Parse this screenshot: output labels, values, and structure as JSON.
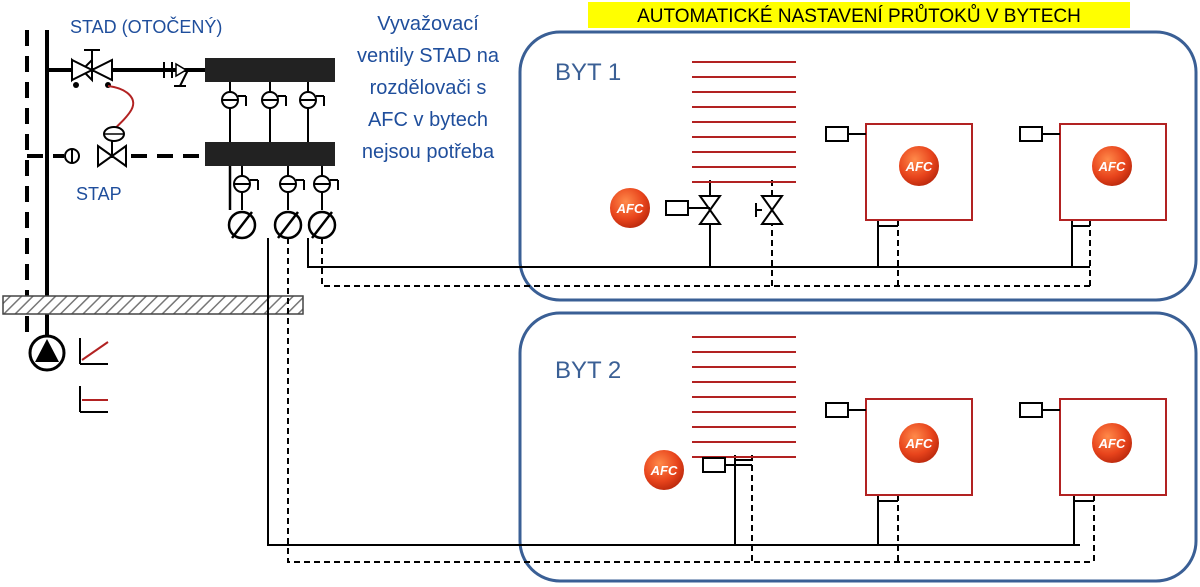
{
  "labels": {
    "title": "AUTOMATICKÉ NASTAVENÍ PRŮTOKŮ V BYTECH",
    "stad_rotated": "STAD (OTOČENÝ)",
    "stap": "STAP",
    "note_lines": [
      "Vyvažovací",
      "ventily STAD na",
      "rozdělovači s",
      "AFC v bytech",
      "nejsou potřeba"
    ],
    "apartment_1": "BYT 1",
    "apartment_2": "BYT 2",
    "afc": "AFC"
  },
  "colors": {
    "title_highlight": "#ffff00",
    "label_blue": "#1f4e9c",
    "apartment_border": "#3a5f95",
    "radiator_red": "#b22222",
    "afc_orange": "#e8441c",
    "line": "#000000"
  },
  "icons": [
    "pump-icon",
    "valve-icon",
    "afc-badge-icon",
    "hatched-floor-icon",
    "flow-meter-icon"
  ]
}
